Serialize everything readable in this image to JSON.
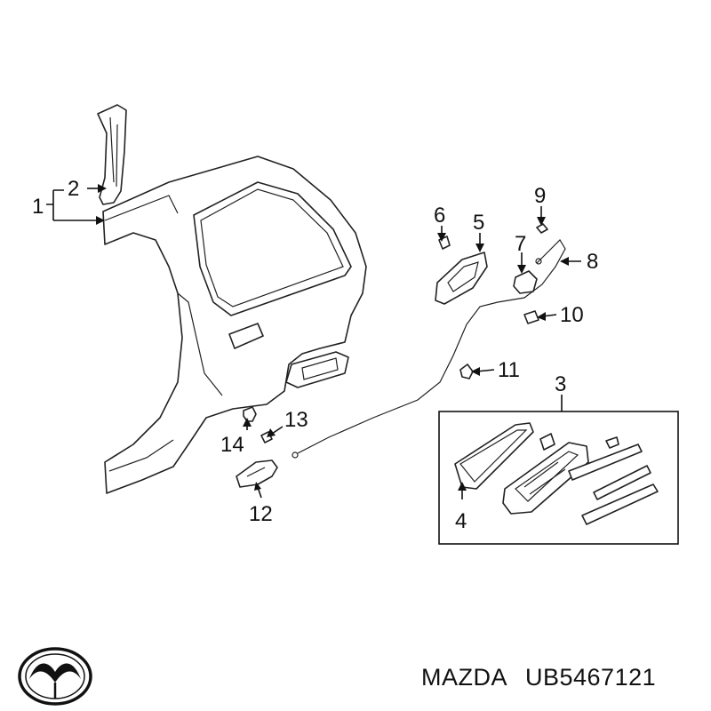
{
  "callouts": {
    "c1": "1",
    "c2": "2",
    "c3": "3",
    "c4": "4",
    "c5": "5",
    "c6": "6",
    "c7": "7",
    "c8": "8",
    "c9": "9",
    "c10": "10",
    "c11": "11",
    "c12": "12",
    "c13": "13",
    "c14": "14"
  },
  "footer": {
    "brand": "MAZDA",
    "part_number": "UB5467121",
    "logo_icon": "mazda-logo-icon"
  },
  "colors": {
    "line": "#222222",
    "text": "#111111",
    "background": "#ffffff"
  }
}
